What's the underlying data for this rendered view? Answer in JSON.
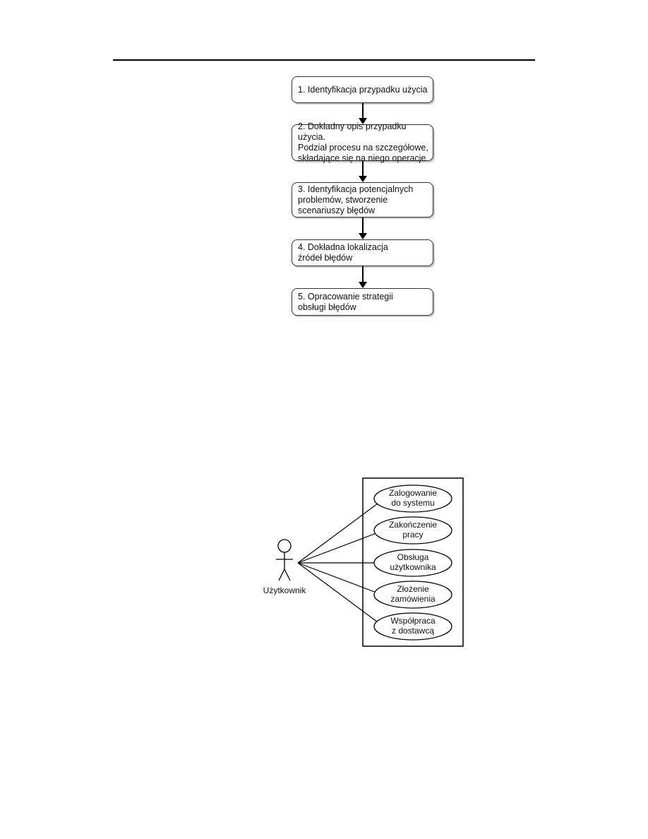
{
  "flowchart": {
    "steps": [
      "1. Identyfikacja przypadku użycia",
      "2. Dokładny opis przypadku użycia.\nPodział procesu na szczegółowe,\nskładające się na niego operacje",
      "3. Identyfikacja potencjalnych\nproblemów, stworzenie\nscenariuszy błędów",
      "4. Dokładna lokalizacja\nźródeł błędów",
      "5. Opracowanie strategii\nobsługi błędów"
    ]
  },
  "use_case_diagram": {
    "actor": "Użytkownik",
    "use_cases": [
      [
        "Zalogowanie",
        "do systemu"
      ],
      [
        "Zakończenie",
        "pracy"
      ],
      [
        "Obsługa",
        "użytkownika"
      ],
      [
        "Złożenie",
        "zamówienia"
      ],
      [
        "Współpraca",
        "z dostawcą"
      ]
    ]
  }
}
